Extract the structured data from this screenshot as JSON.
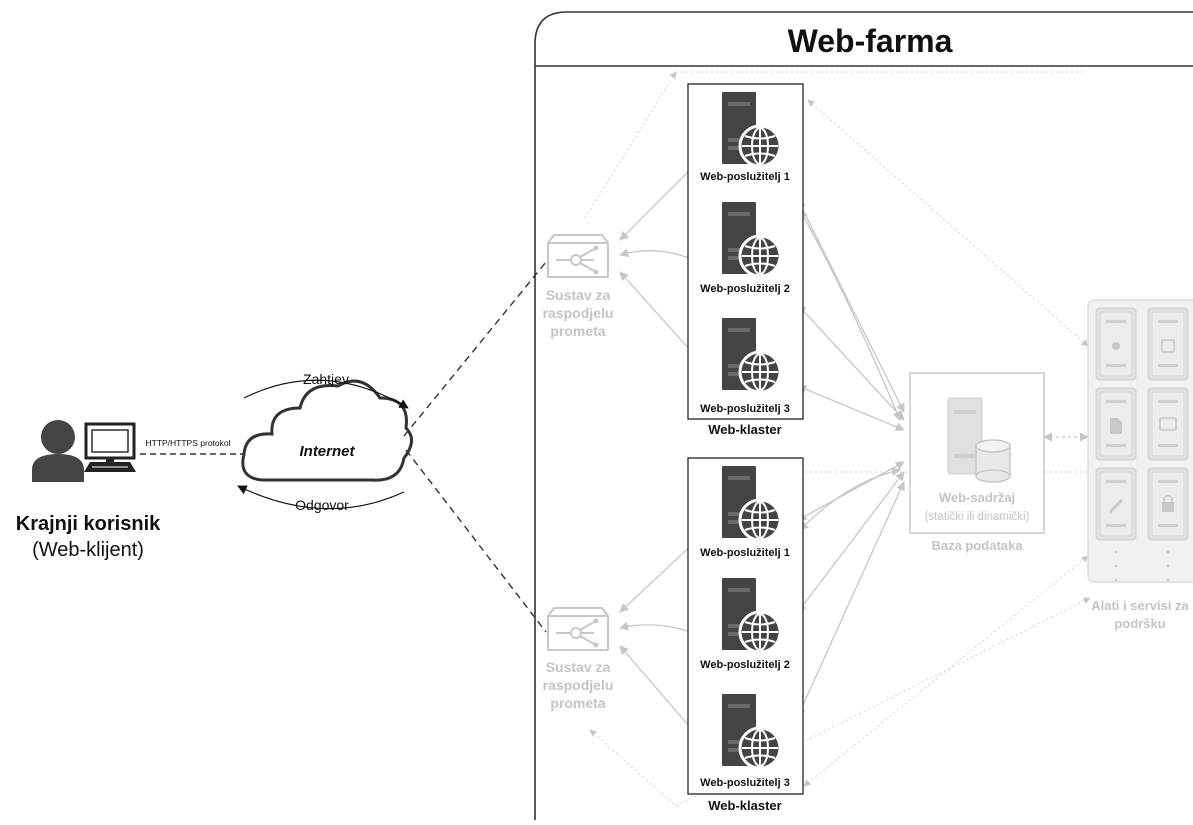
{
  "farm": {
    "title": "Web-farma"
  },
  "client": {
    "name": "Krajnji korisnik",
    "role": "(Web-klijent)",
    "protocol": "HTTP/HTTPS protokol"
  },
  "internet": {
    "label": "Internet",
    "request": "Zahtjev",
    "response": "Odgovor"
  },
  "load_balancer": {
    "lines": [
      "Sustav za",
      "raspodjelu",
      "prometa"
    ]
  },
  "clusters": [
    {
      "label": "Web-klaster",
      "servers": [
        "Web-poslužitelj 1",
        "Web-poslužitelj 2",
        "Web-poslužitelj 3"
      ]
    },
    {
      "label": "Web-klaster",
      "servers": [
        "Web-poslužitelj 1",
        "Web-poslužitelj 2",
        "Web-poslužitelj 3"
      ]
    }
  ],
  "database": {
    "content": "Web-sadržaj",
    "content_sub": "(statički ili dinamički)",
    "label": "Baza podataka"
  },
  "tools": {
    "lines": [
      "Alati i servisi za",
      "podršku"
    ]
  },
  "colors": {
    "dark": "#111111",
    "server": "#444444",
    "faded": "#c8c8c8",
    "frame": "#333333"
  }
}
